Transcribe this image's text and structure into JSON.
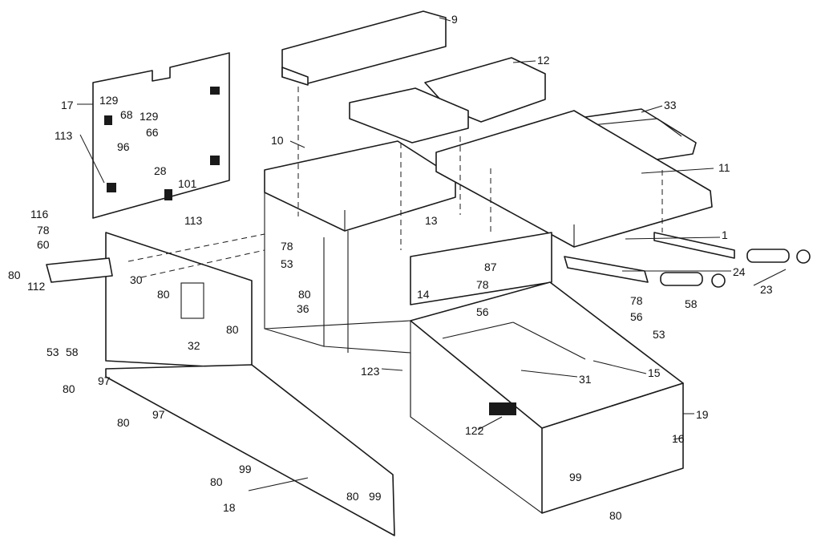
{
  "diagram": {
    "callouts": [
      "9",
      "12",
      "33",
      "10",
      "11",
      "17",
      "129",
      "68",
      "129",
      "66",
      "96",
      "113",
      "28",
      "101",
      "113",
      "116",
      "78",
      "60",
      "80",
      "112",
      "53",
      "58",
      "30",
      "80",
      "32",
      "80",
      "97",
      "80",
      "97",
      "80",
      "99",
      "80",
      "18",
      "80",
      "99",
      "78",
      "53",
      "80",
      "36",
      "13",
      "87",
      "78",
      "14",
      "56",
      "1",
      "24",
      "23",
      "78",
      "58",
      "56",
      "53",
      "31",
      "15",
      "123",
      "122",
      "19",
      "16",
      "99",
      "80"
    ]
  }
}
